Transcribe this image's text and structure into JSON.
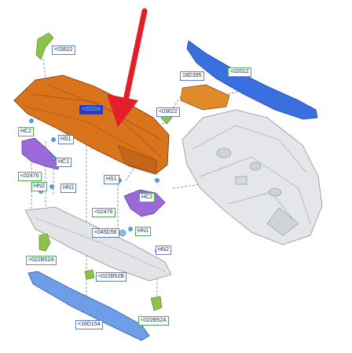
{
  "colors": {
    "cowl_orange": "#d9731c",
    "blue_part": "#3a6fe0",
    "purple_bracket": "#9b6ad8",
    "green_fastener": "#8cc44a",
    "bulkhead_gray": "#e4e6ea",
    "arrow_red": "#e3202a",
    "label_blue_border": "#5f7fbd",
    "label_green_border": "#4caf50"
  },
  "labels": {
    "l03622_top": "<03622",
    "l18d395": "18D395",
    "l02012": "<02012",
    "l02224": "<02224",
    "l03622_mid": "<03622",
    "hc2_left": "HC2",
    "hs1_left": "HS1",
    "hc1": "HC1",
    "l02476_left": "<02476",
    "hn2_left": "HN2",
    "hn1_left": "HN1",
    "hs1_right": "HS1",
    "hc2_right": "HC2",
    "l02476_right": "<02476",
    "l045d56": "<045D56",
    "hn1_right": "HN1",
    "hn2_right": "HN2",
    "l022b52a_left": "<022B52A",
    "l022b52b": "<022B52B",
    "l022b52a_right": "<022B52A",
    "l16d154": "<16D154"
  }
}
